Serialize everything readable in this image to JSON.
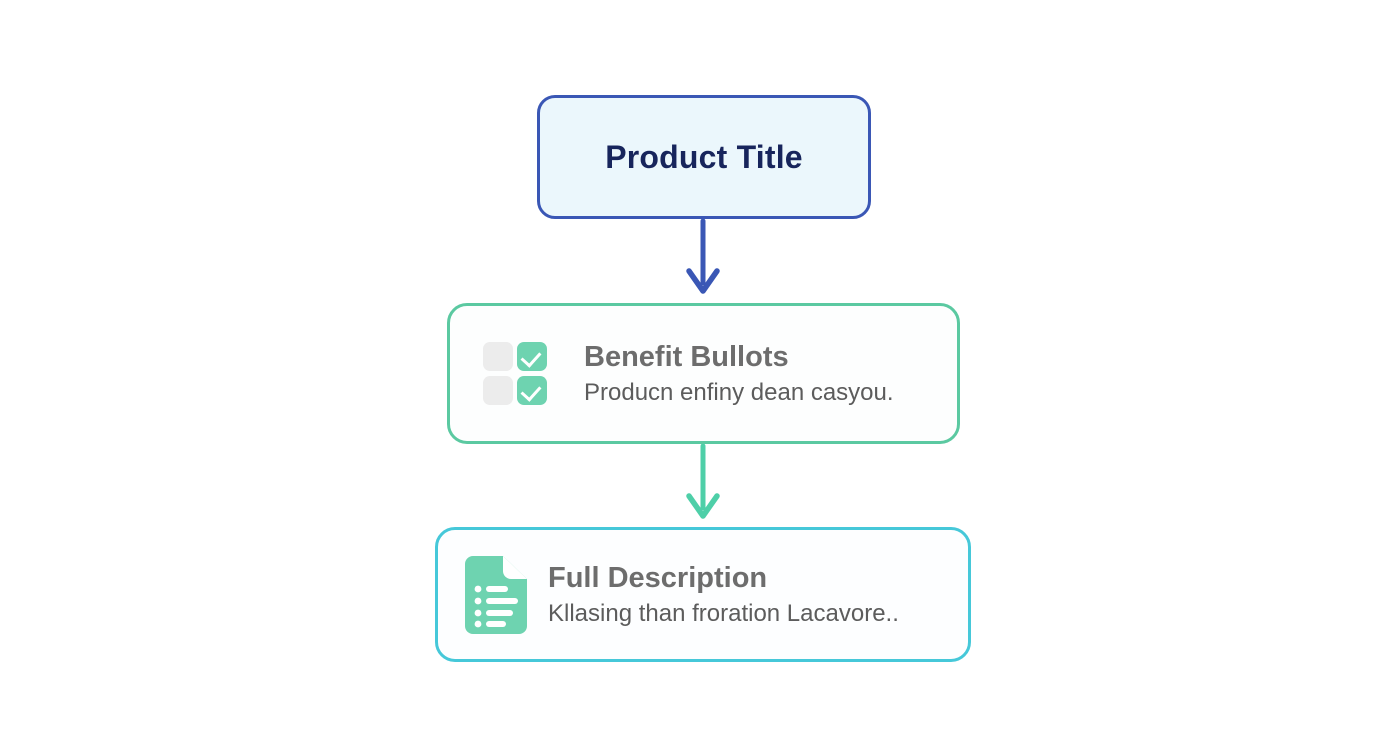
{
  "diagram": {
    "type": "vertical-flow",
    "background_color": "#ffffff",
    "nodes": [
      {
        "id": "product-title",
        "label": "Product Title",
        "icon": null,
        "border_color": "#3a57b5",
        "fill_color": "#ebf7fc",
        "text_color": "#17255c"
      },
      {
        "id": "benefit-bullets",
        "heading": "Benefit Bullots",
        "subtitle": "Producn enfiny dean casyou.",
        "icon": "checkbox-grid-icon",
        "border_color": "#5bc9a1",
        "fill_color": "#fdfefe",
        "icon_color": "#6ed3b0",
        "icon_empty_color": "#ececec",
        "text_color": "#6d6d6d"
      },
      {
        "id": "full-description",
        "heading": "Full Description",
        "subtitle": "Kllasing than froration Lacavore..",
        "icon": "document-list-icon",
        "border_color": "#46c8d9",
        "fill_color": "#fdfeff",
        "icon_color": "#6ed3b0",
        "text_color": "#6d6d6d"
      }
    ],
    "connectors": [
      {
        "id": "arrow-title-to-bullets",
        "from": "product-title",
        "to": "benefit-bullets",
        "color": "#3a57b5",
        "direction": "down"
      },
      {
        "id": "arrow-bullets-to-description",
        "from": "benefit-bullets",
        "to": "full-description",
        "color": "#4ecfa8",
        "direction": "down"
      }
    ]
  }
}
